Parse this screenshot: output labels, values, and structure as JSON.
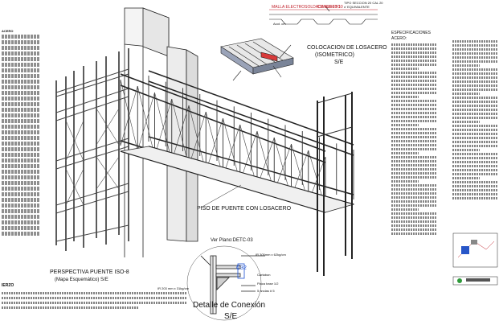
{
  "drawing": {
    "top_labels": {
      "malla": "MALLA ELECTROSOLDADA 6x6-10-10",
      "concreto": "CONCRETO",
      "tipo_seccion": "TIPO SECCION 20 CAL 20",
      "equivalente": "o' EQUIVALENTE",
      "acot": "Acot. cm"
    },
    "losacero_title": "COLOCACION DE LOSACERO",
    "losacero_subtitle": "(ISOMETRICO)",
    "losacero_scale": "S/E",
    "piso_label": "PISO DE PUENTE CON LOSACERO",
    "ver_plano": "Ver Plano:DETC-03",
    "perspectiva_title": "PERSPECTIVA PUENTE ISO-8",
    "perspectiva_subtitle": "(Mapa Esquemático) S/E",
    "detalle_title": "Detalle de Conexión",
    "detalle_scale": "S/E",
    "detail_labels": {
      "ipr1": "IR 305mm x 62kg/cm",
      "ipr2": "IR 203 mm x 31kg/cm",
      "c32": "C32",
      "cartabon": "Cartabon",
      "placa": "Placa base 1/2",
      "anclas": "5 anclas # 5"
    },
    "left_notes": {
      "heading_1": "ACERO",
      "heading_2": "IERZO"
    },
    "right_notes": {
      "heading": "ESPECIFICACIONES",
      "sub": "ACERO:"
    }
  }
}
